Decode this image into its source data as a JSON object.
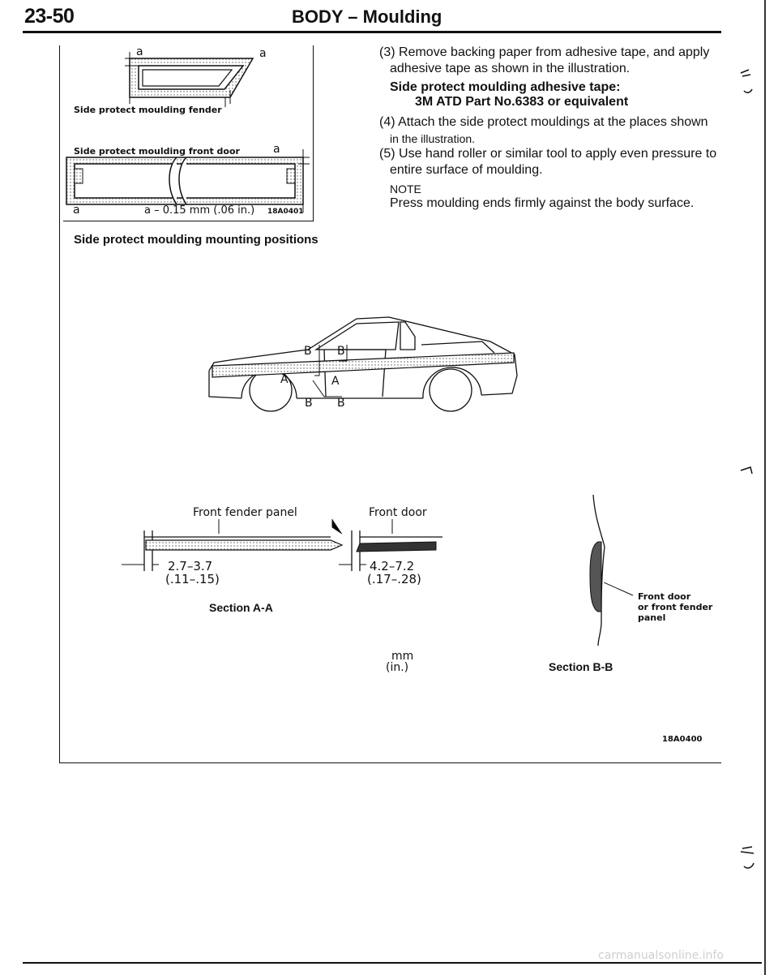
{
  "header": {
    "page_number": "23-50",
    "title": "BODY – Moulding"
  },
  "instructions": [
    {
      "num": "(3)",
      "text": "Remove backing paper from adhesive tape, and apply",
      "cont": "adhesive tape as shown in the illustration."
    },
    {
      "num": "(4)",
      "text": "Attach the side protect mouldings at the places shown",
      "cont": "in the illustration."
    },
    {
      "num": "(5)",
      "text": "Use hand roller or similar tool to apply even pressure to",
      "cont": "entire surface of moulding."
    }
  ],
  "spec": {
    "label": "Side protect moulding adhesive tape:",
    "value": "3M ATD Part No.6383 or equivalent"
  },
  "note": {
    "label": "NOTE",
    "text": "Press moulding ends firmly against the body surface."
  },
  "figure_top": {
    "label_fender": "Side protect moulding fender",
    "label_front_door": "Side protect moulding front door",
    "dim_letter": "a",
    "dimension": "a – 0.15 mm (.06 in.)",
    "code": "18A0401",
    "caption": "Side protect moulding mounting positions"
  },
  "figure_car": {
    "section_letters": [
      "A",
      "A",
      "B",
      "B",
      "B",
      "B"
    ]
  },
  "section_aa": {
    "label_front_fender": "Front fender panel",
    "label_front_door": "Front door",
    "dim1_mm": "2.7–3.7",
    "dim1_in": "(.11–.15)",
    "dim2_mm": "4.2–7.2",
    "dim2_in": "(.17–.28)",
    "caption": "Section A-A"
  },
  "section_bb": {
    "label": [
      "Front door",
      "or front fender",
      "panel"
    ],
    "caption": "Section B-B"
  },
  "units": {
    "mm": "mm",
    "in": "(in.)"
  },
  "figure_code": "18A0400",
  "footer": {
    "watermark": "carmanualsonline.info"
  }
}
